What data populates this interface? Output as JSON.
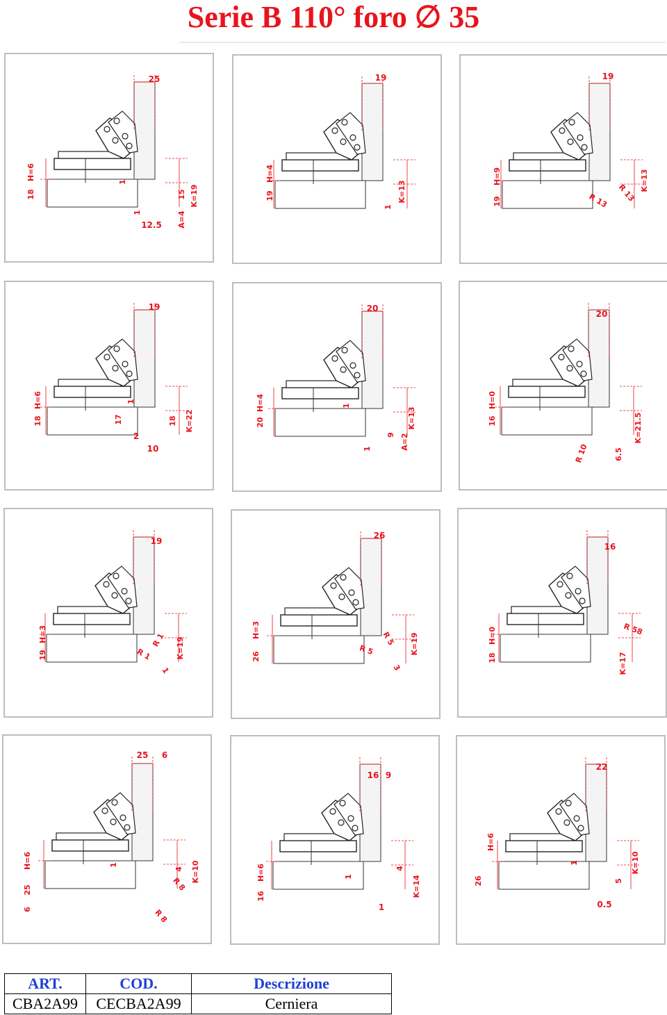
{
  "title": "Serie B 110° foro ∅ 35",
  "panels": [
    {
      "labels": [
        "25",
        "18",
        "H=6",
        "1",
        "1",
        "12.5",
        "15",
        "A=4",
        "K=19"
      ]
    },
    {
      "labels": [
        "19",
        "19",
        "H=4",
        "1",
        "K=13"
      ]
    },
    {
      "labels": [
        "19",
        "19",
        "H=9",
        "R 13",
        "R 13",
        "K=13"
      ]
    },
    {
      "labels": [
        "19",
        "18",
        "H=6",
        "17",
        "1",
        "2",
        "10",
        "18",
        "K=22"
      ]
    },
    {
      "labels": [
        "20",
        "20",
        "H=4",
        "1",
        "1",
        "9",
        "A=2",
        "K=13"
      ]
    },
    {
      "labels": [
        "20",
        "16",
        "H=0",
        "R 10",
        "6.5",
        "K=21.5"
      ]
    },
    {
      "labels": [
        "19",
        "19",
        "H=3",
        "R 1",
        "R 1",
        "1",
        "K=19"
      ]
    },
    {
      "labels": [
        "26",
        "26",
        "H=3",
        "R 5",
        "R 5",
        "3",
        "K=19"
      ]
    },
    {
      "labels": [
        "16",
        "18",
        "H=0",
        "R 58",
        "K=17"
      ]
    },
    {
      "labels": [
        "25",
        "6",
        "25",
        "H=6",
        "6",
        "1",
        "4",
        "K=10",
        "R 8",
        "R 8"
      ]
    },
    {
      "labels": [
        "16",
        "9",
        "16",
        "H=6",
        "1",
        "4",
        "K=14",
        "1"
      ]
    },
    {
      "labels": [
        "22",
        "26",
        "H=6",
        "1",
        "5",
        "K=10",
        "0.5"
      ]
    }
  ],
  "table": {
    "headers": [
      "ART.",
      "COD.",
      "Descrizione"
    ],
    "row": [
      "CBA2A99",
      "CECBA2A99",
      "Cerniera"
    ]
  }
}
